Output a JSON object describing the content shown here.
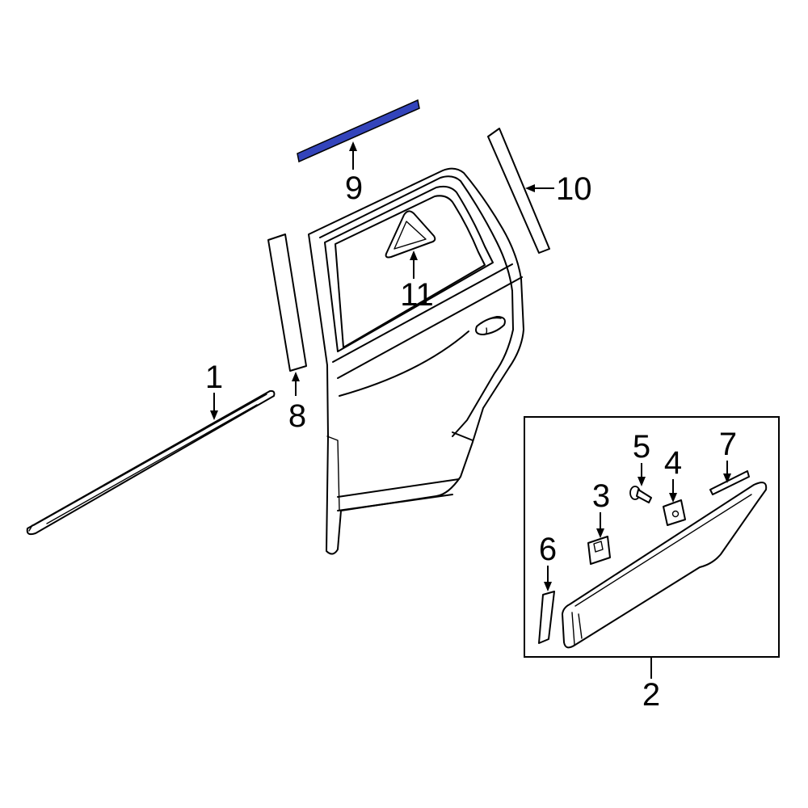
{
  "diagram": {
    "highlight_color": "#3344bb",
    "highlighted_callout": "9",
    "callouts": [
      {
        "id": "c1",
        "label": "1"
      },
      {
        "id": "c2",
        "label": "2"
      },
      {
        "id": "c3",
        "label": "3"
      },
      {
        "id": "c4",
        "label": "4"
      },
      {
        "id": "c5",
        "label": "5"
      },
      {
        "id": "c6",
        "label": "6"
      },
      {
        "id": "c7",
        "label": "7"
      },
      {
        "id": "c8",
        "label": "8"
      },
      {
        "id": "c9",
        "label": "9"
      },
      {
        "id": "c10",
        "label": "10"
      },
      {
        "id": "c11",
        "label": "11"
      }
    ]
  }
}
